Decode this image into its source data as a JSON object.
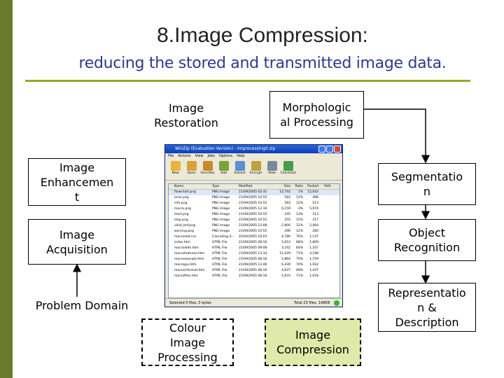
{
  "title": "8.Image Compression:",
  "subtitle": "reducing the stored and transmitted image data.",
  "nodes": {
    "restoration": "Image\nRestoration",
    "morphological": "Morphologic\nal Processing",
    "enhancement": "Image\nEnhancemen\nt",
    "segmentation": "Segmentatio\nn",
    "acquisition": "Image\nAcquisition",
    "recognition": "Object\nRecognition",
    "problem": "Problem Domain",
    "representation": "Representatio\nn &\nDescription",
    "colour": "Colour\nImage\nProcessing",
    "compression": "Image\nCompression"
  },
  "screenshot": {
    "window_title": "WinZip (Evaluation Version) - improcessing0.zip",
    "menu": [
      "File",
      "Actions",
      "View",
      "Jobs",
      "Options",
      "Help"
    ],
    "toolbar": [
      {
        "label": "New",
        "icon": "new-archive-icon",
        "color": "#e8b53a"
      },
      {
        "label": "Open",
        "icon": "open-folder-icon",
        "color": "#d9a23a"
      },
      {
        "label": "Favorites",
        "icon": "favorites-icon",
        "color": "#c98a2a"
      },
      {
        "label": "Add",
        "icon": "add-icon",
        "color": "#7da13a"
      },
      {
        "label": "Extract",
        "icon": "extract-icon",
        "color": "#5a8fd0"
      },
      {
        "label": "Encrypt",
        "icon": "encrypt-icon",
        "color": "#c0a040"
      },
      {
        "label": "View",
        "icon": "view-icon",
        "color": "#7a8a9a"
      },
      {
        "label": "CheckOut",
        "icon": "checkout-icon",
        "color": "#4a9a4a"
      }
    ],
    "columns": [
      "Name",
      "Type",
      "Modified",
      "Size",
      "Ratio",
      "Packed",
      "Path"
    ],
    "rows": [
      [
        "flowchart.png",
        "PNG Image",
        "21/09/2005 02:32",
        "12,742",
        "1%",
        "12,642",
        ""
      ],
      [
        "error.png",
        "PNG Image",
        "21/09/2005 10:55",
        "562",
        "12%",
        "496",
        ""
      ],
      [
        "info.png",
        "PNG Image",
        "21/09/2005 10:55",
        "583",
        "12%",
        "513",
        ""
      ],
      [
        "macro.png",
        "PNG Image",
        "21/09/2005 12:16",
        "6,159",
        "3%",
        "5,974",
        ""
      ],
      [
        "start.png",
        "PNG Image",
        "21/09/2005 10:55",
        "245",
        "13%",
        "213",
        ""
      ],
      [
        "stop.png",
        "PNG Image",
        "21/09/2005 10:55",
        "255",
        "15%",
        "217",
        ""
      ],
      [
        "valid_bnf.png",
        "PNG Image",
        "21/09/2005 12:08",
        "2,800",
        "12%",
        "2,464",
        ""
      ],
      [
        "warning.png",
        "PNG Image",
        "21/09/2005 10:55",
        "296",
        "12%",
        "260",
        ""
      ],
      [
        "macrostat.css",
        "Cascading S...",
        "22/04/2005 16:03",
        "4,780",
        "76%",
        "1,147",
        ""
      ],
      [
        "index.htm",
        "HTML File",
        "21/09/2005 08:16",
        "5,653",
        "68%",
        "1,809",
        ""
      ],
      [
        "macrodefn.htm",
        "HTML File",
        "21/09/2005 09:08",
        "3,242",
        "64%",
        "1,167",
        ""
      ],
      [
        "macrofeatures.htm",
        "HTML File",
        "21/09/2005 13:34",
        "11,029",
        "71%",
        "3,198",
        ""
      ],
      [
        "macroexecute.htm",
        "HTML File",
        "21/09/2005 08:16",
        "5,864",
        "70%",
        "1,759",
        ""
      ],
      [
        "macrogui.htm",
        "HTML File",
        "21/09/2005 13:46",
        "6,439",
        "70%",
        "1,932",
        ""
      ],
      [
        "macroinformat.htm",
        "HTML File",
        "21/09/2005 08:16",
        "4,637",
        "69%",
        "1,437",
        ""
      ],
      [
        "macrofiles.htm",
        "HTML File",
        "21/09/2005 08:16",
        "5,633",
        "71%",
        "1,634",
        ""
      ]
    ],
    "status_left": "Selected 0 files, 0 bytes",
    "status_right": "Total 23 files, 148KB"
  }
}
